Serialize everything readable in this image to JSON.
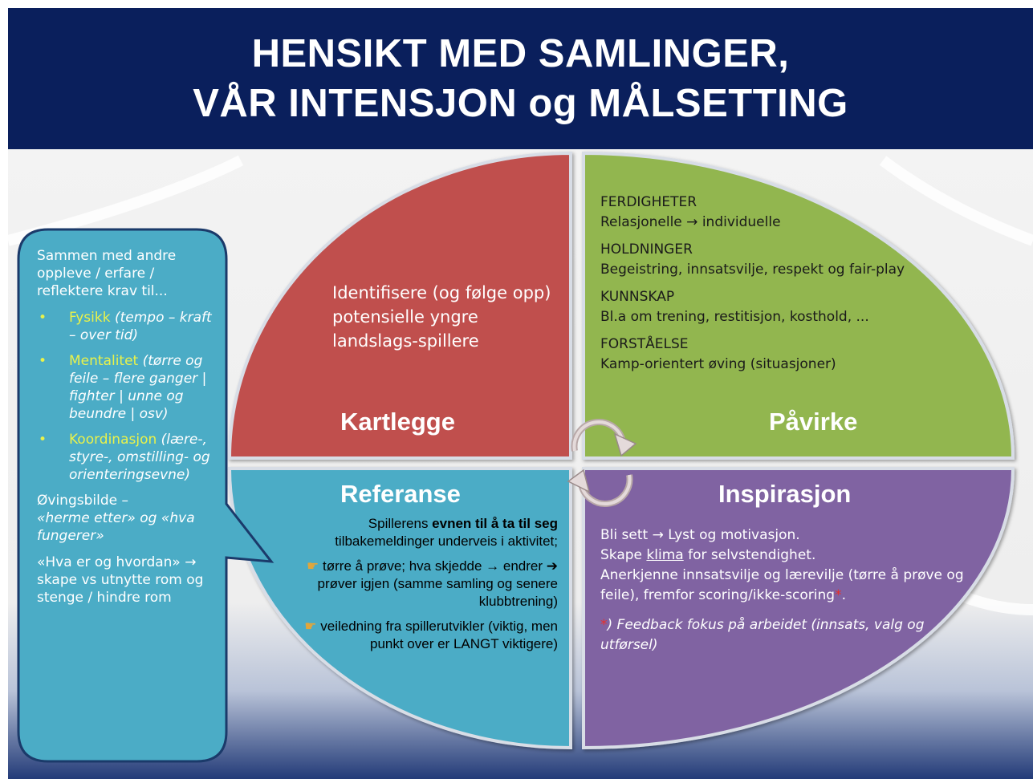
{
  "title": {
    "line1": "HENSIKT MED SAMLINGER,",
    "line2": "VÅR INTENSJON og MÅLSETTING"
  },
  "colors": {
    "header": "#0a1f5c",
    "kartlegge": "#c0504d",
    "pavirke": "#92b650",
    "referanse": "#4bacc6",
    "inspirasjon": "#8064a2",
    "callout": "#4bacc6",
    "highlight": "#e9f24a"
  },
  "quadrants": {
    "kartlegge": {
      "label": "Kartlegge",
      "body": "Identifisere (og følge opp) potensielle yngre landslags-spillere"
    },
    "pavirke": {
      "label": "Påvirke",
      "items": [
        {
          "heading": "FERDIGHETER",
          "text": "Relasjonelle → individuelle"
        },
        {
          "heading": "HOLDNINGER",
          "text": "Begeistring, innsatsvilje, respekt og fair-play"
        },
        {
          "heading": "KUNNSKAP",
          "text": "Bl.a om trening, restitisjon, kosthold, ..."
        },
        {
          "heading": "FORSTÅELSE",
          "text": "Kamp-orientert øving (situasjoner)"
        }
      ]
    },
    "referanse": {
      "label": "Referanse",
      "intro_pre": "Spillerens ",
      "intro_bold": "evnen til å ta til seg",
      "intro_post": "tilbakemeldinger underveis i aktivitet;",
      "point1": "tørre å prøve; hva skjedde → endrer ➔ prøver igjen (samme samling og senere klubbtrening)",
      "point2": "veiledning fra spillerutvikler (viktig, men punkt over er LANGT viktigere)",
      "hand_icon": "pointing-hand-icon"
    },
    "inspirasjon": {
      "label": "Inspirasjon",
      "line1": "Bli sett → Lyst og motivasjon.",
      "line2_pre": "Skape ",
      "line2_link": "klima",
      "line2_post": " for selvstendighet.",
      "line3": "Anerkjenne innsatsvilje og lærevilje (tørre å prøve og feile), fremfor scoring/ikke-scoring",
      "star": "*",
      "line3_end": ".",
      "note_star": "*",
      "note": ") Feedback fokus på arbeidet (innsats, valg og utførsel)"
    }
  },
  "callout": {
    "intro": "Sammen med andre oppleve / erfare / reflektere krav til...",
    "bullets": [
      {
        "keyword": "Fysikk",
        "rest": " (tempo – kraft – over tid)"
      },
      {
        "keyword": "Mentalitet",
        "rest": " (tørre og feile – flere ganger | fighter | unne og beundre | osv)"
      },
      {
        "keyword": "Koordinasjon",
        "rest": " (lære-, styre-, omstilling- og orienteringsevne)"
      }
    ],
    "ovingsbilde_pre": "Øvingsbilde –",
    "ovingsbilde_it": "«herme etter» og «hva fungerer»",
    "hva": "«Hva er og hvordan» → skape vs utnytte rom og stenge / hindre rom"
  }
}
